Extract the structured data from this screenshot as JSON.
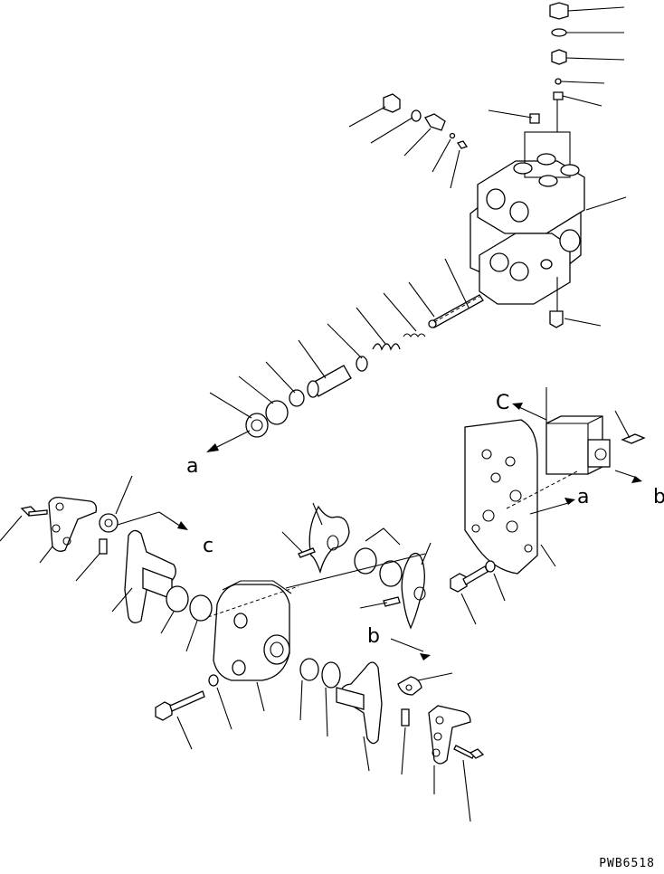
{
  "callouts": {
    "a_left": "a",
    "a_right": "a",
    "b_right": "b",
    "b_lower": "b",
    "c_left": "c",
    "c_upper": "C"
  },
  "drawing_code": "PWB6518"
}
